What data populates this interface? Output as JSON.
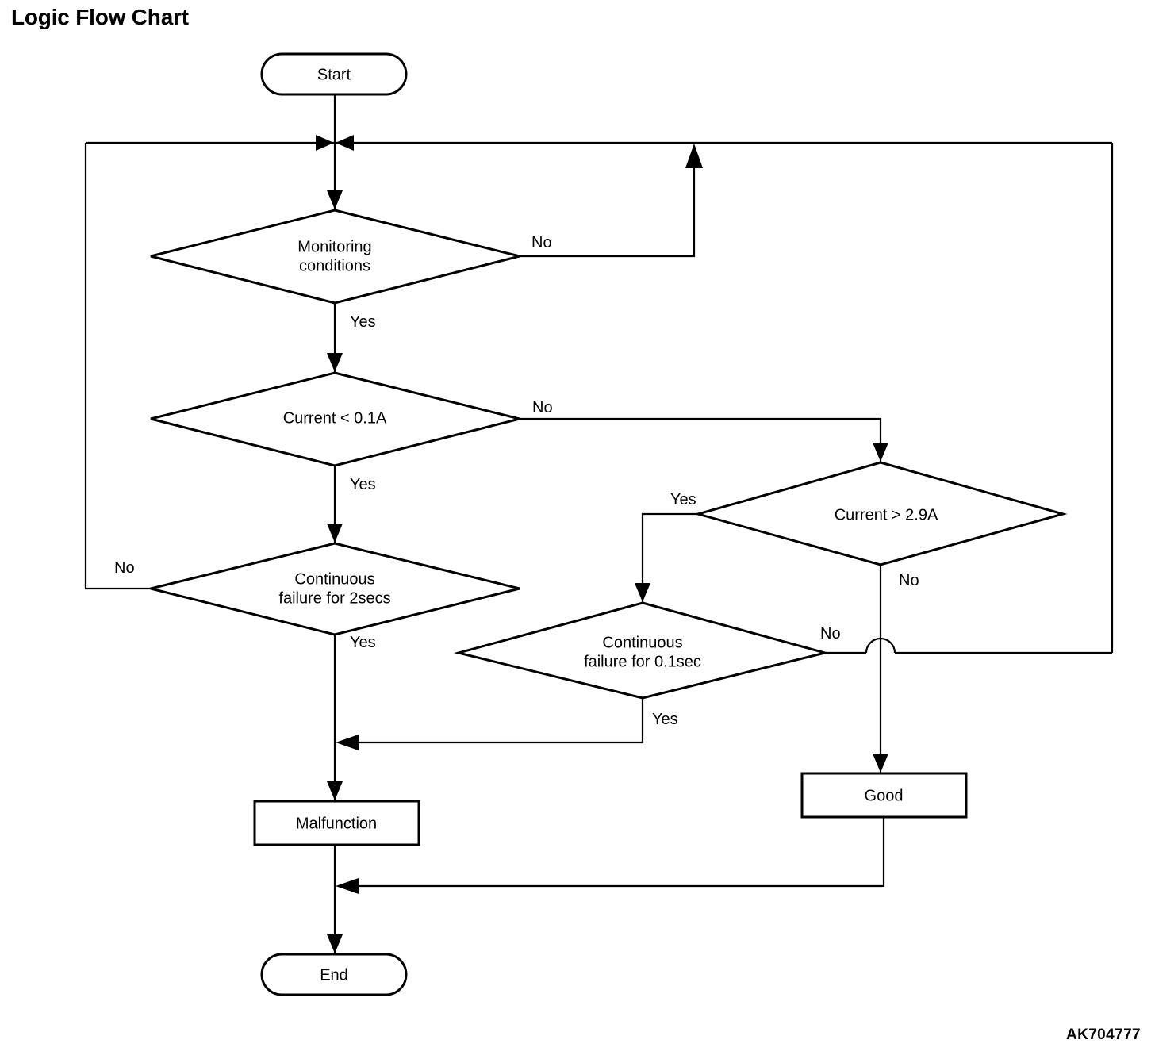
{
  "title": "Logic Flow Chart",
  "figure_code": "AK704777",
  "chart_data": {
    "type": "diagram",
    "diagram_kind": "flowchart",
    "title": "Logic Flow Chart",
    "nodes": [
      {
        "id": "start",
        "shape": "stadium",
        "label": "Start"
      },
      {
        "id": "monitor",
        "shape": "diamond",
        "label": "Monitoring\nconditions",
        "line1": "Monitoring",
        "line2": "conditions"
      },
      {
        "id": "cur_low",
        "shape": "diamond",
        "label": "Current < 0.1A",
        "line1": "Current < 0.1A",
        "line2": ""
      },
      {
        "id": "cont2s",
        "shape": "diamond",
        "label": "Continuous\nfailure for 2secs",
        "line1": "Continuous",
        "line2": "failure for 2secs"
      },
      {
        "id": "cur_high",
        "shape": "diamond",
        "label": "Current > 2.9A",
        "line1": "Current > 2.9A",
        "line2": ""
      },
      {
        "id": "cont01s",
        "shape": "diamond",
        "label": "Continuous\nfailure for 0.1sec",
        "line1": "Continuous",
        "line2": "failure for 0.1sec"
      },
      {
        "id": "malfunction",
        "shape": "rect",
        "label": "Malfunction"
      },
      {
        "id": "good",
        "shape": "rect",
        "label": "Good"
      },
      {
        "id": "end",
        "shape": "stadium",
        "label": "End"
      }
    ],
    "edges": [
      {
        "from": "start",
        "to": "monitor",
        "label": ""
      },
      {
        "from": "monitor",
        "to": "monitor",
        "label": "No"
      },
      {
        "from": "monitor",
        "to": "cur_low",
        "label": "Yes"
      },
      {
        "from": "cur_low",
        "to": "cur_high",
        "label": "No"
      },
      {
        "from": "cur_low",
        "to": "cont2s",
        "label": "Yes"
      },
      {
        "from": "cont2s",
        "to": "monitor",
        "label": "No"
      },
      {
        "from": "cont2s",
        "to": "malfunction",
        "label": "Yes"
      },
      {
        "from": "cur_high",
        "to": "cont01s",
        "label": "Yes"
      },
      {
        "from": "cur_high",
        "to": "good",
        "label": "No"
      },
      {
        "from": "cont01s",
        "to": "malfunction",
        "label": "Yes"
      },
      {
        "from": "cont01s",
        "to": "monitor",
        "label": "No"
      },
      {
        "from": "malfunction",
        "to": "end",
        "label": ""
      },
      {
        "from": "good",
        "to": "end",
        "label": ""
      }
    ],
    "edge_labels": {
      "monitor_no": "No",
      "monitor_yes": "Yes",
      "cur_low_no": "No",
      "cur_low_yes": "Yes",
      "cont2s_no": "No",
      "cont2s_yes": "Yes",
      "cur_high_yes": "Yes",
      "cur_high_no": "No",
      "cont01s_no": "No",
      "cont01s_yes": "Yes"
    },
    "colors": {
      "stroke": "#000000",
      "fill": "#ffffff",
      "text": "#000000",
      "background": "#ffffff"
    }
  }
}
